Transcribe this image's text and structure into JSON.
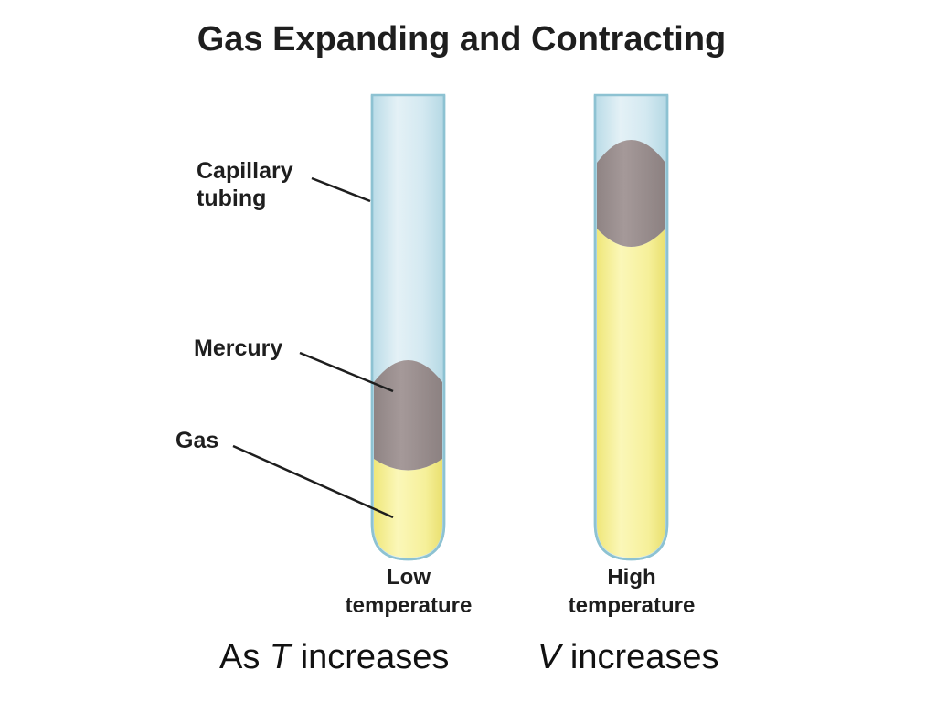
{
  "title": "Gas Expanding and Contracting",
  "labels": {
    "capillary_line1": "Capillary",
    "capillary_line2": "tubing",
    "mercury": "Mercury",
    "gas": "Gas"
  },
  "tubes": [
    {
      "caption_line1": "Low",
      "caption_line2": "temperature"
    },
    {
      "caption_line1": "High",
      "caption_line2": "temperature"
    }
  ],
  "caption": {
    "left_prefix": "As",
    "left_var": "T",
    "left_suffix": " increases",
    "right_var": "V",
    "right_suffix": " increases"
  },
  "colors": {
    "glass": "#d3e8f0",
    "glass_edge": "#8dc2d2",
    "mercury": "#9c9090",
    "gas": "#f7f29a",
    "ink": "#1e1e1e"
  }
}
